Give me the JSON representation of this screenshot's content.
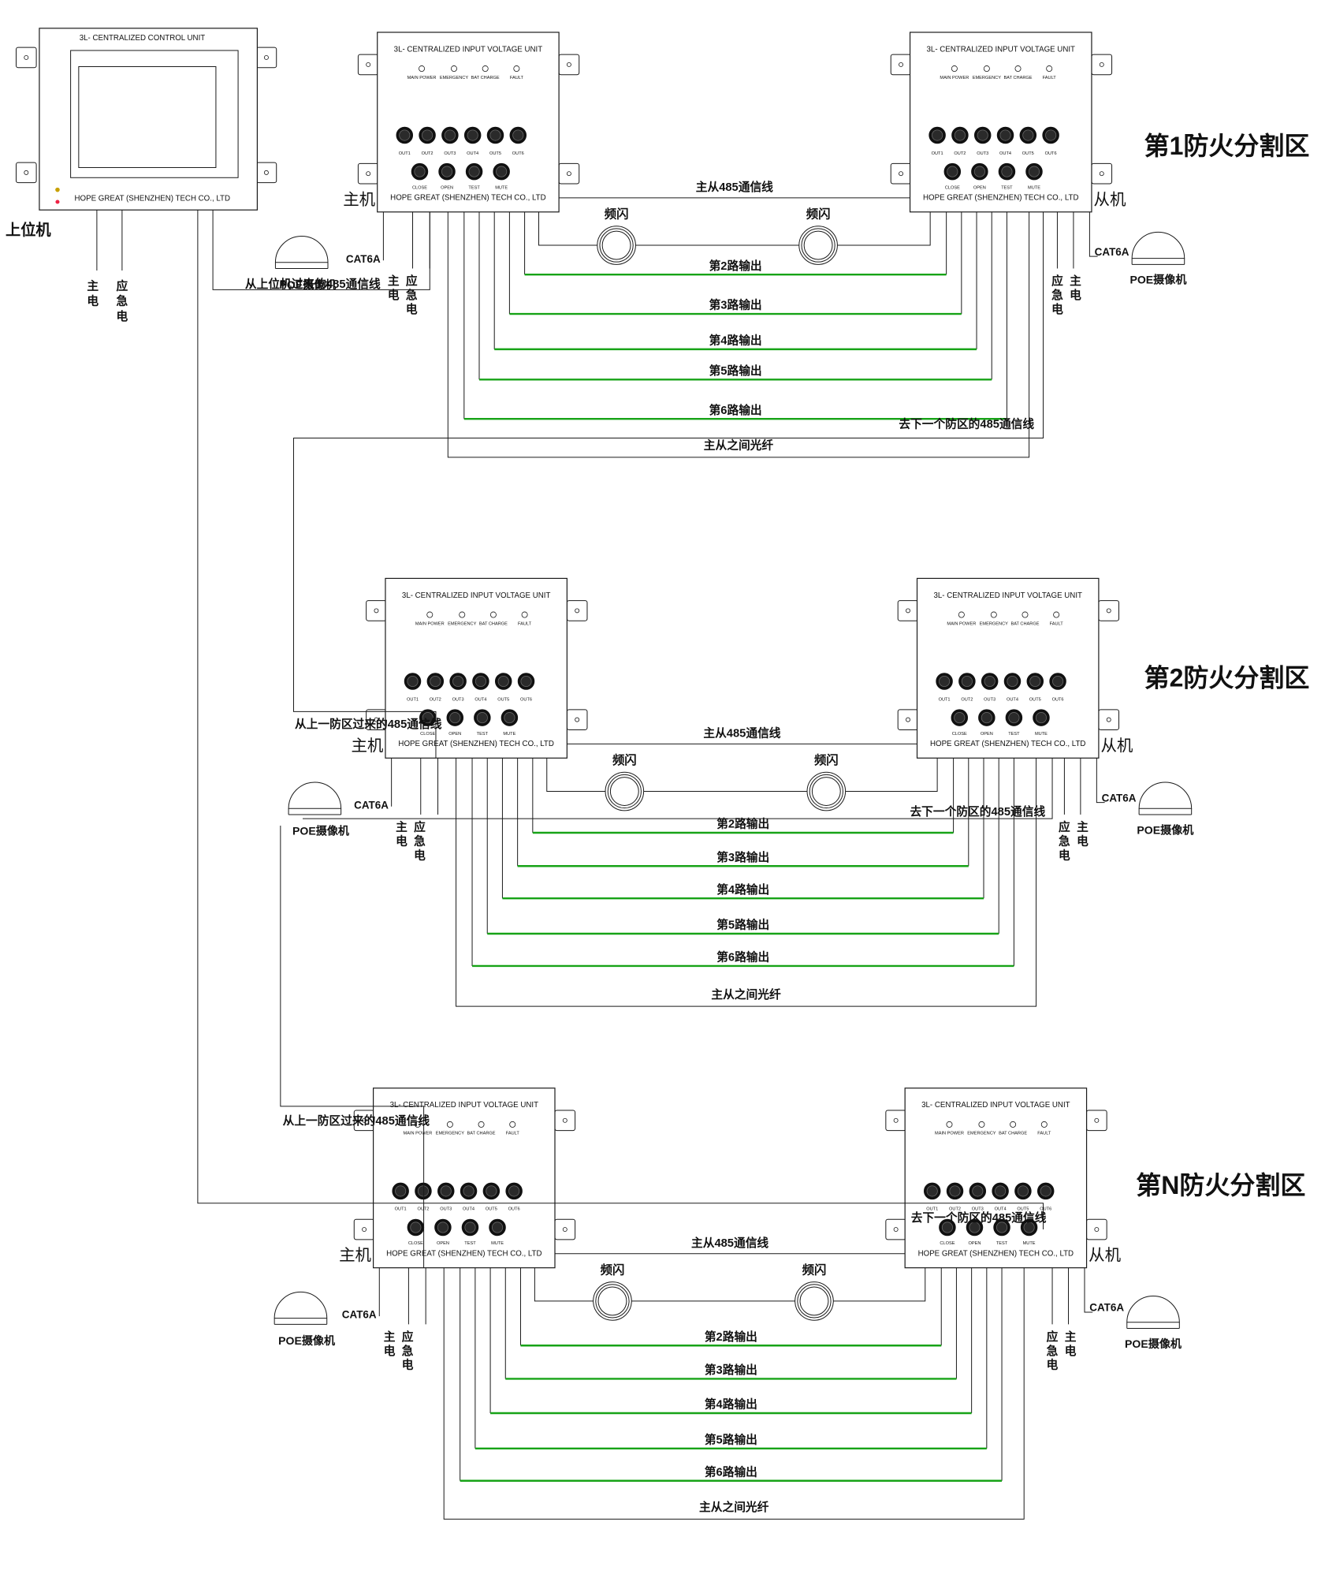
{
  "colors": {
    "line": "#1a1a1a",
    "output_line": "#17a317",
    "panel_stroke": "#222222",
    "background": "#ffffff"
  },
  "control_unit": {
    "title": "3L- CENTRALIZED CONTROL UNIT",
    "maker": "HOPE GREAT (SHENZHEN) TECH CO., LTD",
    "name": "上位机",
    "power_main": [
      "主",
      "电"
    ],
    "power_emergency": [
      "应",
      "急",
      "电"
    ],
    "comm_label": "从上位机过来的485通信线"
  },
  "unit": {
    "title": "3L- CENTRALIZED INPUT VOLTAGE UNIT",
    "maker": "HOPE GREAT (SHENZHEN) TECH CO., LTD",
    "indicators": [
      "MAIN POWER",
      "EMERGENCY",
      "BAT CHARGE",
      "FAULT"
    ],
    "outputs": [
      "OUT1",
      "OUT2",
      "OUT3",
      "OUT4",
      "OUT5",
      "OUT6"
    ],
    "controls": [
      "CLOSE",
      "OPEN",
      "TEST",
      "MUTE"
    ]
  },
  "labels": {
    "master": "主机",
    "slave": "从机",
    "cat6a": "CAT6A",
    "camera": "POE摄像机",
    "strobe": "频闪",
    "power_main": [
      "主",
      "电"
    ],
    "power_emergency": [
      "应",
      "急",
      "电"
    ],
    "fiber": "主从之间光纤",
    "to_next_zone": "去下一个防区的485通信线",
    "from_prev_zone": "从上一防区过来的485通信线"
  },
  "zones": [
    {
      "title": "第1防火分割区",
      "comm": "主从485通信线",
      "outputs": [
        "第2路输出",
        "第3路输出",
        "第4路输出",
        "第5路输出",
        "第6路输出"
      ]
    },
    {
      "title": "第2防火分割区",
      "comm": "主从485通信线",
      "outputs": [
        "第2路输出",
        "第3路输出",
        "第4路输出",
        "第5路输出",
        "第6路输出"
      ]
    },
    {
      "title": "第N防火分割区",
      "comm": "主从485通信线",
      "outputs": [
        "第2路输出",
        "第3路输出",
        "第4路输出",
        "第5路输出",
        "第6路输出"
      ]
    }
  ]
}
